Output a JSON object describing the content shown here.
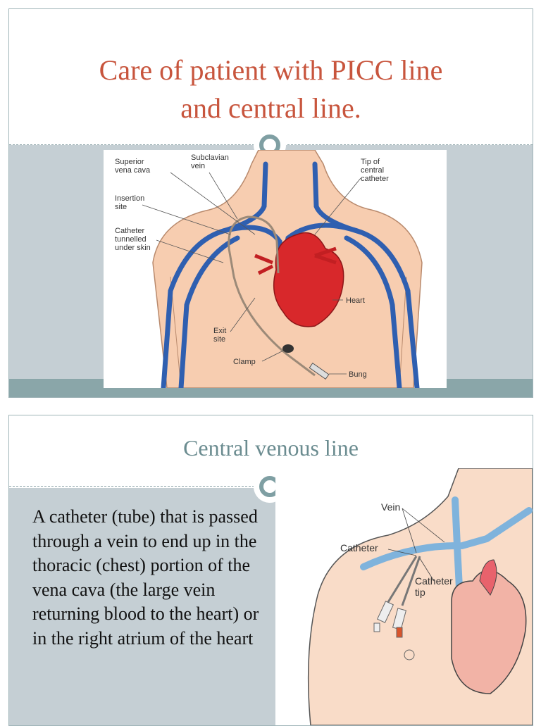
{
  "slide1": {
    "title_line1": "Care of patient with PICC line",
    "title_line2": "and central line.",
    "diagram_labels": {
      "superior_vena_cava": [
        "Superior",
        "vena cava"
      ],
      "subclavian_vein": [
        "Subclavian",
        "vein"
      ],
      "tip_of_central_catheter": [
        "Tip of",
        "central",
        "catheter"
      ],
      "insertion_site": [
        "Insertion",
        "site"
      ],
      "catheter_tunnelled": [
        "Catheter",
        "tunnelled",
        "under skin"
      ],
      "heart": "Heart",
      "exit_site": [
        "Exit",
        "site"
      ],
      "clamp": "Clamp",
      "bung": "Bung"
    }
  },
  "slide2": {
    "title": "Central venous line",
    "body": "A catheter (tube) that is passed through a vein to end up in the thoracic (chest) portion of the vena cava (the large vein returning blood to the heart) or in the right atrium of the heart",
    "diagram_labels": {
      "vein": "Vein",
      "catheter": "Catheter",
      "catheter_tip": [
        "Catheter",
        "tip"
      ]
    }
  },
  "colors": {
    "title_red": "#c8553d",
    "title_teal": "#6b8c90",
    "band": "#c5cfd4",
    "accent_bar": "#8aa6a9",
    "vein_blue": "#2f5fb0",
    "heart_red": "#d8282b",
    "skin": "#f7cdb0"
  }
}
